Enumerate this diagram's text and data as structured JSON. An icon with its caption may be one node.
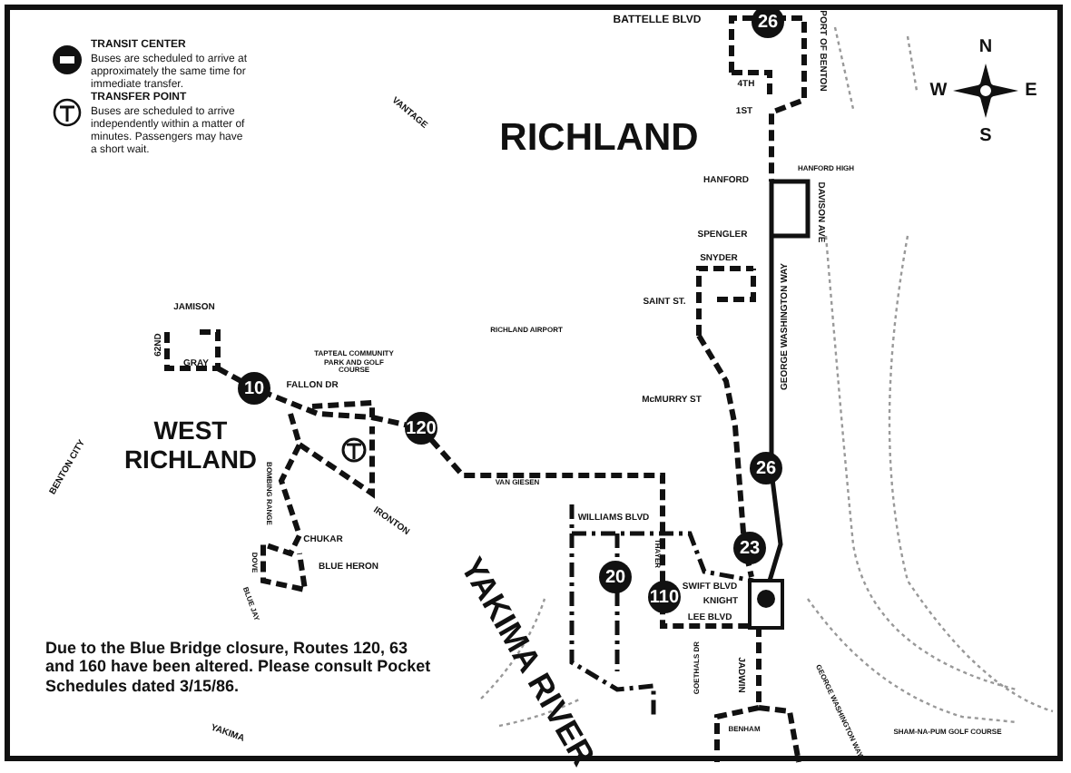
{
  "diagram": {
    "labels": [
      "Buses are scheduled to arrive at approximately the same time for immediate transfer.",
      "Buses are scheduled to arrive independently within a matter of minutes. Passengers may have a short wait.",
      "BATTELLE BLVD",
      "26",
      "4TH",
      "1ST",
      "PORT OF BENTON",
      "N",
      "W",
      "E",
      "S",
      "RICHLAND",
      "VANTAGE",
      "HANFORD HIGH",
      "HANFORD",
      "DAVISON AVE",
      "SPENGLER",
      "SNYDER",
      "SAINT ST.",
      "JAMISON",
      "62ND",
      "GRAY",
      "TAPTEAL COMMUNITY PARK AND GOLF COURSE",
      "RICHLAND AIRPORT",
      "10",
      "FALLON DR",
      "120",
      "WEST RICHLAND",
      "BENTON CITY",
      "IRONTON",
      "VAN GIESEN",
      "BOMBING RANGE",
      "CHUKAR",
      "DOVE",
      "BLUE HERON",
      "BLUE JAY",
      "McMURRY ST",
      "GEORGE WASHINGTON WAY",
      "26",
      "WILLIAMS BLVD",
      "23",
      "THAYER",
      "20",
      "110",
      "SWIFT BLVD",
      "KNIGHT",
      "LEE BLVD",
      "GOETHALS DR",
      "JADWIN",
      "GEORGE WASHINGTON WAY",
      "BENHAM",
      "SHAM-NA-PUM GOLF COURSE",
      "YAKIMA RIVER",
      "YAKIMA",
      "Due to the Blue Bridge closure, Routes 120, 63 and 160 have been altered. Please consult Pocket Schedules dated 3/15/86."
    ],
    "legend": [
      {
        "text": "TRANSIT CENTER"
      },
      {
        "text": "TRANSFER POINT"
      }
    ]
  }
}
